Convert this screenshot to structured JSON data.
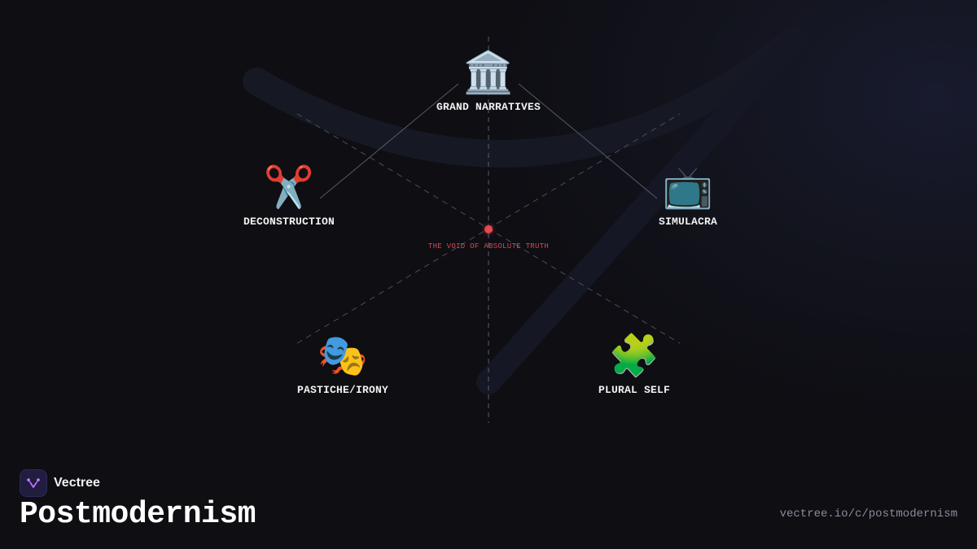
{
  "diagram": {
    "nodes": [
      {
        "id": "grand-narratives",
        "icon": "classical-building-icon",
        "glyph": "🏛️",
        "label": "GRAND NARRATIVES"
      },
      {
        "id": "deconstruction",
        "icon": "scissors-icon",
        "glyph": "✂️",
        "label": "DECONSTRUCTION"
      },
      {
        "id": "simulacra",
        "icon": "television-icon",
        "glyph": "📺",
        "label": "SIMULACRA"
      },
      {
        "id": "pastiche-irony",
        "icon": "theater-masks-icon",
        "glyph": "🎭",
        "label": "PASTICHE/IRONY"
      },
      {
        "id": "plural-self",
        "icon": "puzzle-piece-icon",
        "glyph": "🧩",
        "label": "PLURAL SELF"
      }
    ],
    "center": {
      "label": "THE VOID OF ABSOLUTE TRUTH",
      "color": "#e5484d"
    }
  },
  "brand": {
    "name": "Vectree",
    "logo_icon": "vectree-logo-icon"
  },
  "page": {
    "title": "Postmodernism",
    "url": "vectree.io/c/postmodernism"
  }
}
